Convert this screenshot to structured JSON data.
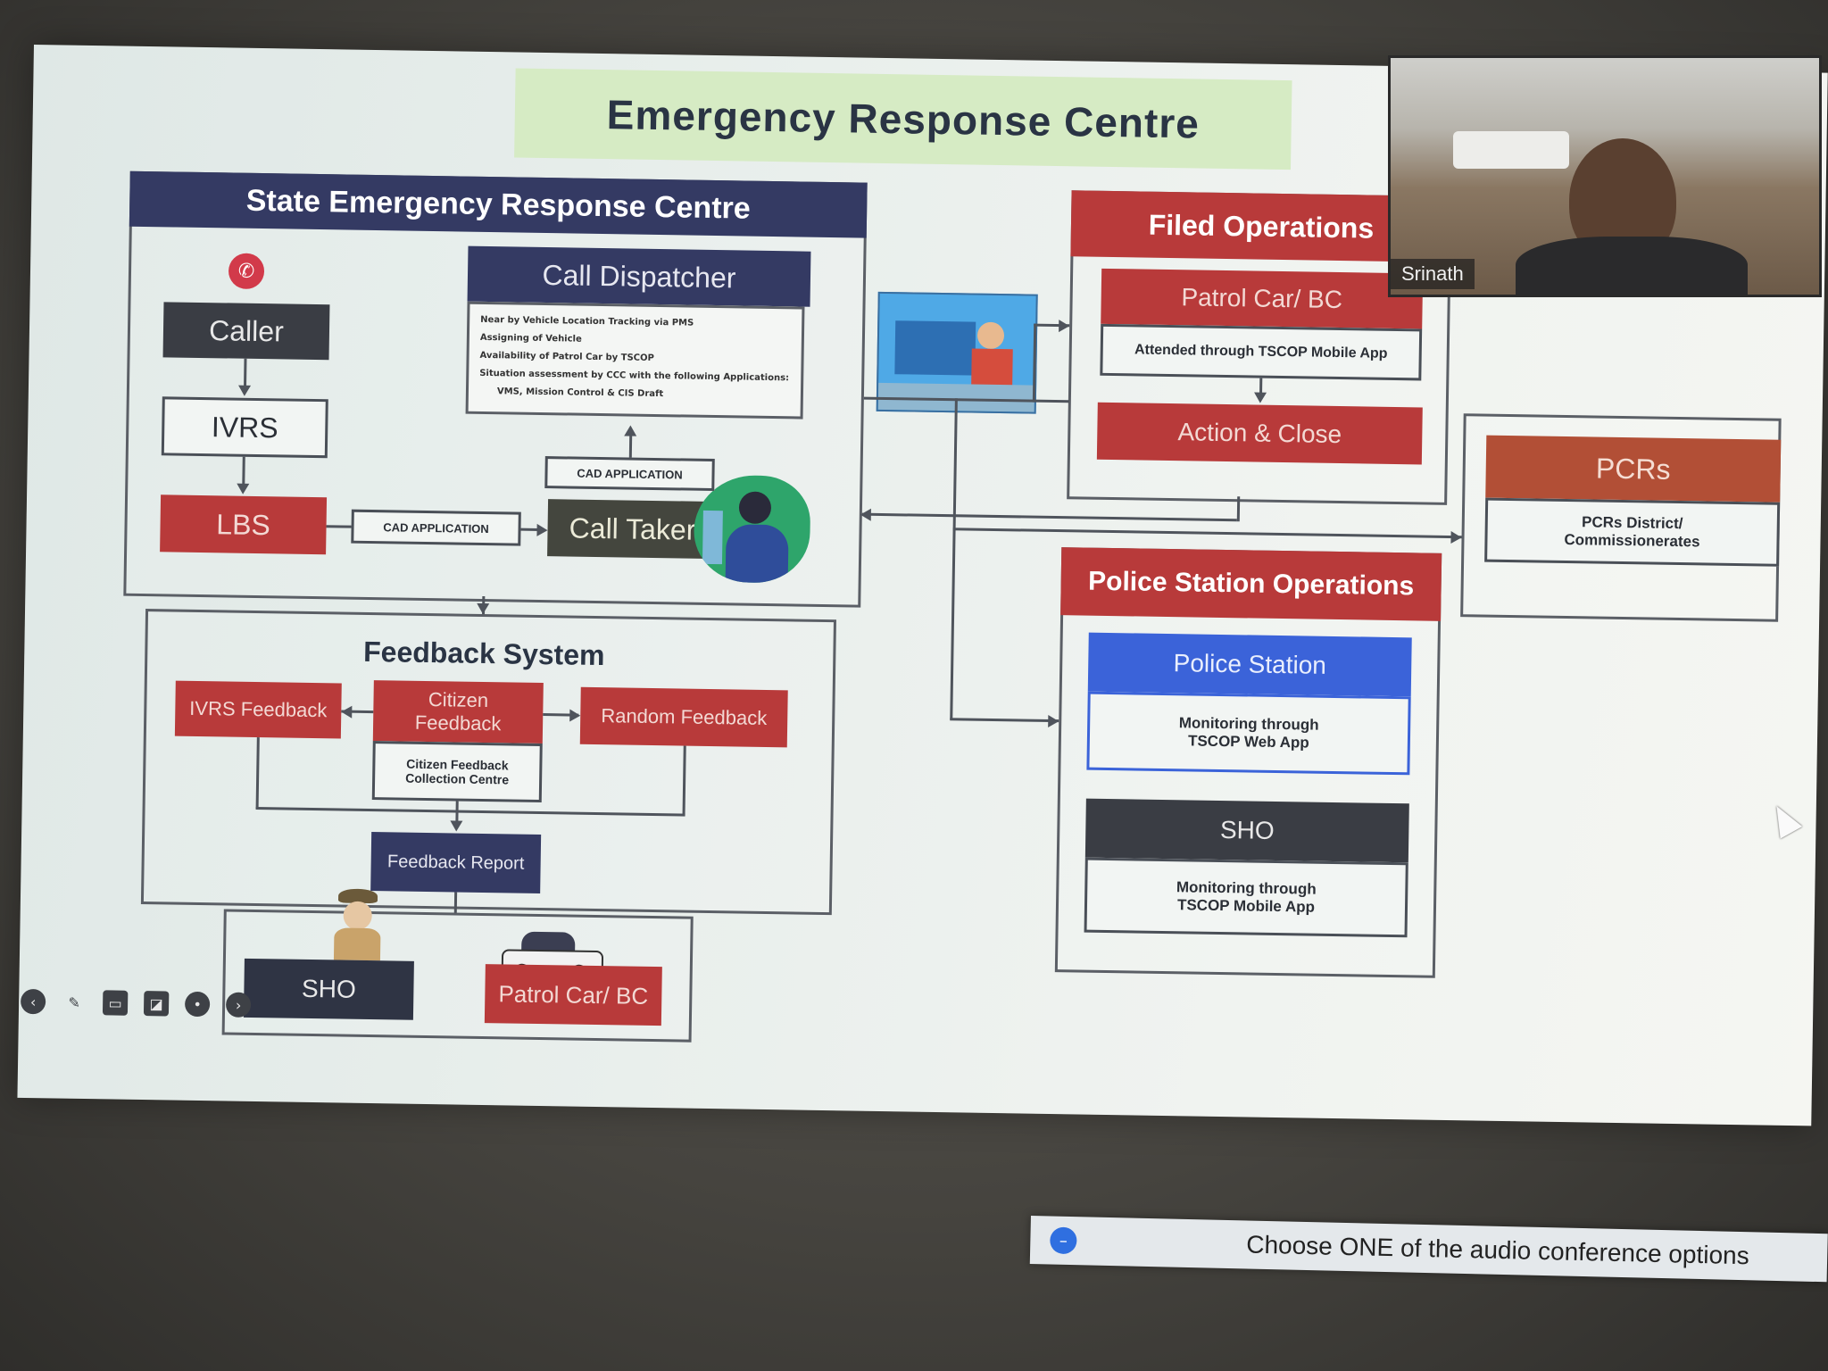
{
  "slide": {
    "title": "Emergency Response Centre",
    "serc": {
      "header": "State Emergency Response Centre",
      "caller": "Caller",
      "ivrs": "IVRS",
      "lbs": "LBS",
      "cad_app_1": "CAD APPLICATION",
      "cad_app_2": "CAD APPLICATION",
      "call_taker": "Call Taker",
      "call_dispatcher": "Call Dispatcher",
      "dispatcher_notes": [
        "Near by Vehicle Location Tracking via PMS",
        "Assigning of Vehicle",
        "Availability of Patrol Car by TSCOP",
        "Situation assessment by CCC with the following Applications:",
        "VMS, Mission Control & CIS Draft"
      ]
    },
    "field_ops": {
      "header": "Filed Operations",
      "patrol_car": "Patrol Car/ BC",
      "patrol_note": "Attended through TSCOP Mobile App",
      "action_close": "Action & Close"
    },
    "pcrs": {
      "header": "PCRs",
      "note": "PCRs District/ Commissionerates"
    },
    "ps_ops": {
      "header": "Police Station Operations",
      "police_station": "Police Station",
      "ps_note": "Monitoring through TSCOP Web App",
      "sho": "SHO",
      "sho_note": "Monitoring through TSCOP Mobile App"
    },
    "feedback": {
      "header": "Feedback System",
      "ivrs_feedback": "IVRS Feedback",
      "citizen_feedback": "Citizen Feedback",
      "citizen_note": "Citizen Feedback Collection Centre",
      "random_feedback": "Random Feedback",
      "report": "Feedback Report"
    },
    "bottom": {
      "sho": "SHO",
      "patrol_car": "Patrol Car/ BC"
    }
  },
  "video": {
    "participant_name": "Srinath"
  },
  "audio_prompt": "Choose ONE of the audio conference options",
  "colors": {
    "navy": "#343a63",
    "red": "#b83a3a",
    "blue": "#3b63d9",
    "title_green": "#d6ebc4"
  }
}
